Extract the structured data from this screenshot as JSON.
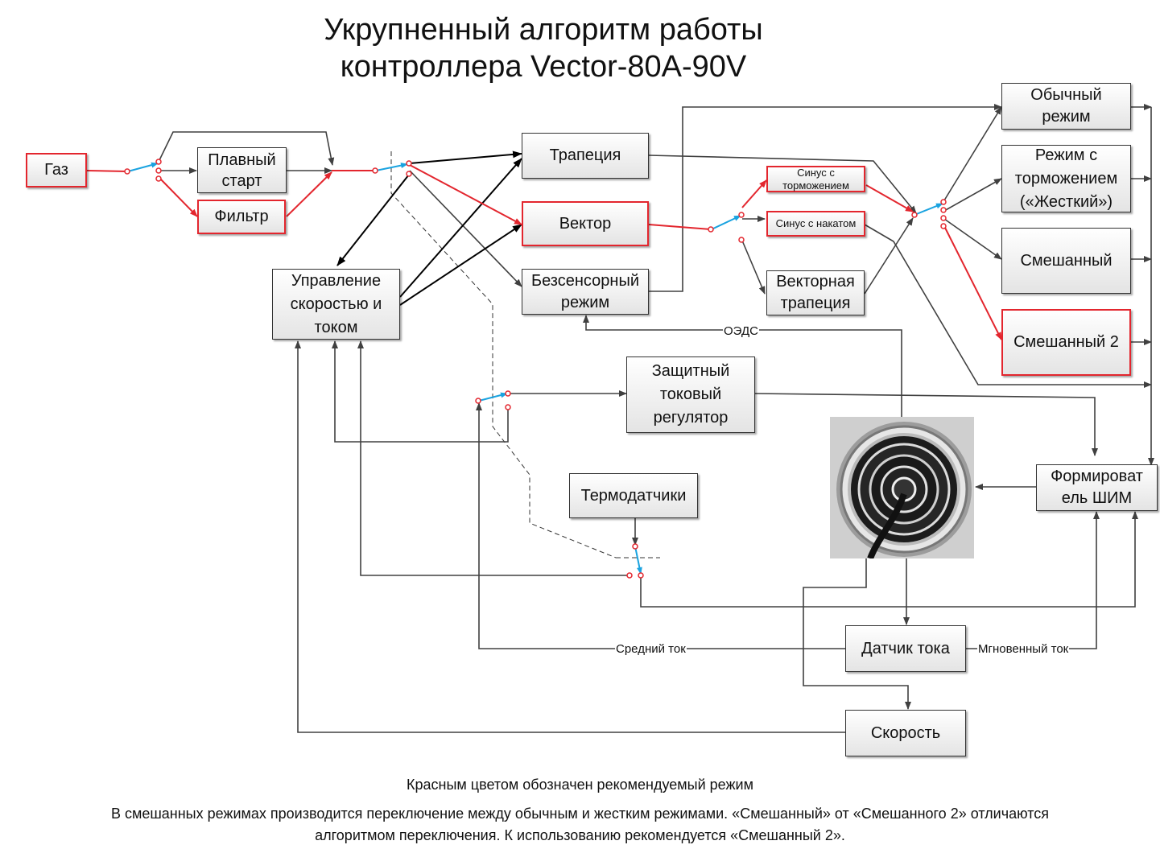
{
  "title": {
    "line1": "Укрупненный алгоритм работы",
    "line2": "контроллера Vector-80A-90V"
  },
  "blocks": {
    "gas": "Газ",
    "soft_start_1": "Плавный",
    "soft_start_2": "старт",
    "filter": "Фильтр",
    "trapezoid": "Трапеция",
    "vector": "Вектор",
    "sensorless_1": "Безсенсорный",
    "sensorless_2": "режим",
    "speed_current_1": "Управление",
    "speed_current_2": "скоростью и",
    "speed_current_3": "током",
    "sine_braking_1": "Синус с",
    "sine_braking_2": "торможением",
    "sine_coast": "Синус с накатом",
    "vector_trap_1": "Векторная",
    "vector_trap_2": "трапеция",
    "normal_1": "Обычный",
    "normal_2": "режим",
    "braking_1": "Режим с",
    "braking_2": "торможением",
    "braking_3": "(«Жесткий»)",
    "mixed": "Смешанный",
    "mixed2": "Смешанный 2",
    "protect_1": "Защитный",
    "protect_2": "токовый",
    "protect_3": "регулятор",
    "thermo": "Термодатчики",
    "pwm_1": "Формироват",
    "pwm_2": "ель ШИМ",
    "current_sensor": "Датчик тока",
    "speed": "Скорость"
  },
  "labels": {
    "bemf": "ОЭДС",
    "avg_current": "Средний ток",
    "inst_current": "Мгновенный ток"
  },
  "footer": {
    "line1": "Красным цветом обозначен рекомендуемый режим",
    "line2": "В смешанных режимах производится переключение между обычным и жестким режимами. «Смешанный» от «Смешанного 2» отличаются",
    "line3": "алгоритмом переключения. К использованию рекомендуется «Смешанный 2»."
  },
  "colors": {
    "recommended": "#e3262e",
    "switch": "#1aa3e0",
    "line": "#404040"
  }
}
